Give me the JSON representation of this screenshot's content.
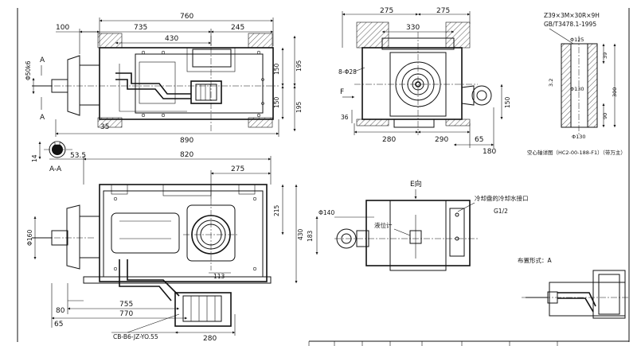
{
  "top_view": {
    "dims": {
      "overall_width": "760",
      "left_offset": "100",
      "inner_span": "735",
      "center_span": "430",
      "right_span": "245",
      "total_length": "890",
      "shaft_dia": "Φ50k6",
      "left_gap": "35",
      "right_150_top": "150",
      "right_195_top": "195",
      "right_150_bottom": "150",
      "right_195_bottom": "195"
    },
    "section_mark_top": "A",
    "section_mark_bottom": "A"
  },
  "section_aa": {
    "title": "A-A",
    "dim_width": "14",
    "dim_height": "53.5"
  },
  "end_view": {
    "dims": {
      "top_left": "275",
      "top_right": "275",
      "top_mid": "330",
      "holes": "8-Φ28",
      "height_36": "36",
      "bottom_280": "280",
      "bottom_290": "290",
      "bottom_65": "65",
      "bottom_180": "180",
      "right_150": "150"
    },
    "view_marker": "F"
  },
  "hollow_shaft": {
    "spline_spec": "Z39×3M×30R×9H",
    "standard": "GB/T3478.1-1995",
    "dia_top": "Φ125",
    "dia_mid": "Φ130",
    "dia_bottom": "Φ130",
    "chamfer": "3.2",
    "right_39": "39",
    "right_300": "300",
    "right_90": "90",
    "caption": "空心轴详图（HC2-00-188-F1）（带万主）"
  },
  "front_view": {
    "dims": {
      "width_820": "820",
      "width_275": "275",
      "height_215": "215",
      "height_430": "430",
      "dia_160": "Φ160",
      "offset_113": "113",
      "dim_80": "80",
      "dim_755": "755",
      "dim_65": "65",
      "dim_770": "770",
      "dim_280": "280"
    },
    "pump_model": "CB-B6-JZ-YO.55"
  },
  "e_view": {
    "title": "E向",
    "coolant_label": "冷却盘的冷却水接口",
    "pipe_spec": "G1/2",
    "dia_140": "Φ140",
    "dim_183": "183",
    "level_gauge": "液位计"
  },
  "layout_form": {
    "label": "布置形式：A"
  }
}
